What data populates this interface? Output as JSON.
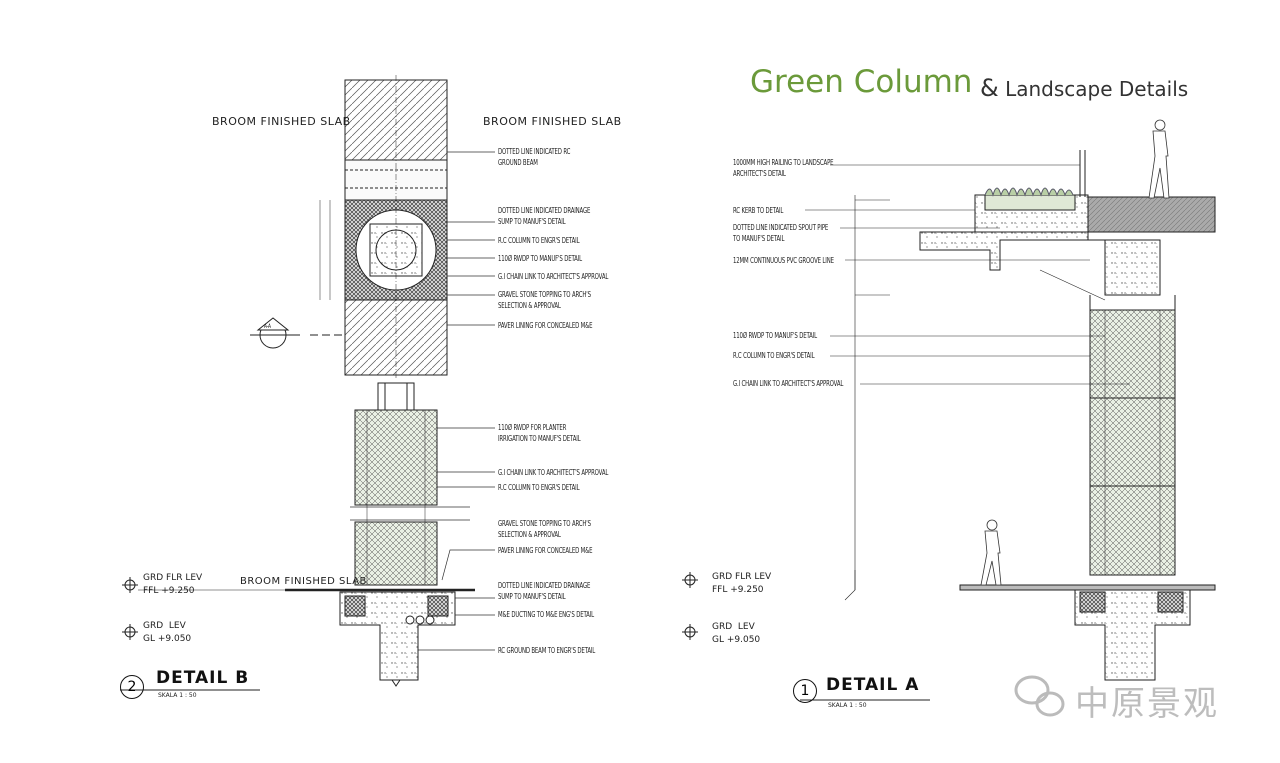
{
  "header": {
    "title_main": "Green Column",
    "title_amp": "&",
    "title_sub": "Landscape Details",
    "accent": "#6b9a3a"
  },
  "detail_b": {
    "number": "2",
    "title": "DETAIL B",
    "scale": "SKALA 1 : 50",
    "slab_left": "BROOM  FINISHED  SLAB",
    "slab_right": "BROOM  FINISHED  SLAB",
    "slab_lower": "BROOM  FINISHED SLAB",
    "section_marker": "A-A",
    "labels": [
      "DOTTED LINE INDICATED RC\nGROUND BEAM",
      "DOTTED LINE INDICATED DRAINAGE\nSUMP TO MANUF'S DETAIL",
      "R.C COLUMN TO ENGR'S DETAIL",
      "110Ø RWDP TO MANUF'S DETAIL",
      "G.I CHAIN LINK TO ARCHITECT'S APPROVAL",
      "GRAVEL STONE TOPPING TO ARCH'S\nSELECTION & APPROVAL",
      "PAVER LINING FOR CONCEALED M&E",
      "110Ø RWDP FOR PLANTER\nIRRIGATION TO MANUF'S DETAIL",
      "G.I CHAIN LINK TO ARCHITECT'S APPROVAL",
      "R.C COLUMN TO ENGR'S DETAIL",
      "GRAVEL STONE TOPPING TO ARCH'S\nSELECTION & APPROVAL",
      "PAVER LINING FOR CONCEALED M&E",
      "DOTTED LINE INDICATED DRAINAGE\nSUMP TO MANUF'S DETAIL",
      "M&E DUCTING TO M&E ENG'S DETAIL",
      "RC GROUND BEAM TO ENGR'S DETAIL"
    ],
    "levels": [
      {
        "name": "GRD FLR LEV",
        "value": "FFL +9.250"
      },
      {
        "name": "GRD  LEV",
        "value": "GL +9.050"
      }
    ]
  },
  "detail_a": {
    "number": "1",
    "title": "DETAIL  A",
    "scale": "SKALA 1 : 50",
    "labels": [
      "1000MM HIGH RAILING TO LANDSCAPE\nARCHITECT'S DETAIL",
      "RC KERB TO DETAIL",
      "DOTTED LINE INDICATED SPOUT PIPE\nTO MANUF'S DETAIL",
      "12MM CONTINUOUS PVC GROOVE LINE",
      "110Ø RWDP TO MANUF'S DETAIL",
      "R.C COLUMN TO ENGR'S DETAIL",
      "G.I CHAIN LINK TO ARCHITECT'S APPROVAL"
    ],
    "levels": [
      {
        "name": "GRD FLR LEV",
        "value": "FFL +9.250"
      },
      {
        "name": "GRD  LEV",
        "value": "GL +9.050"
      }
    ]
  },
  "watermark": {
    "text": "中原景观",
    "icon": "wechat-icon"
  }
}
